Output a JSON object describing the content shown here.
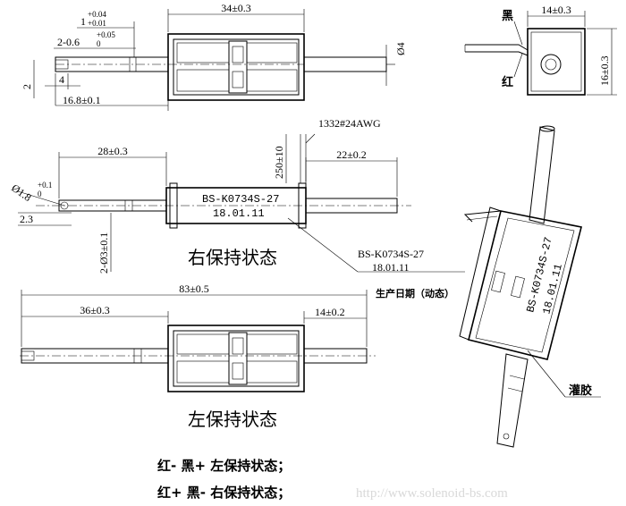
{
  "top_view": {
    "dim_length": "34±0.3",
    "dim_tol1": "1",
    "dim_tol1_upper": "+0.04",
    "dim_tol1_lower": "+0.01",
    "dim_tol2": "2-0.6",
    "dim_tol2_upper": "+0.05",
    "dim_tol2_lower": "0",
    "dim_2": "2",
    "dim_4": "4",
    "dim_shaft": "16.8±0.1",
    "dim_dia": "Ø4"
  },
  "side_view": {
    "wire_black": "黑",
    "wire_red": "红",
    "dim_width": "14±0.3",
    "dim_height": "16±0.3"
  },
  "right_state": {
    "wire_label": "1332#24AWG",
    "dim_lead": "250±10",
    "dim_left": "28±0.3",
    "dim_right": "22±0.2",
    "dim_hole": "Ø1.8",
    "dim_hole_tol": "+0.1",
    "dim_hole_tol2": "0",
    "dim_23": "2.3",
    "dim_dia3": "2-Ø3±0.1",
    "marking_model": "BS-K0734S-27",
    "marking_date": "18.01.11",
    "state_label": "右保持状态",
    "callout_model": "BS-K0734S-27",
    "callout_date": "18.01.11",
    "callout_caption": "生产日期（动态）"
  },
  "left_state": {
    "dim_total": "83±0.5",
    "dim_left": "36±0.3",
    "dim_right": "14±0.2",
    "state_label": "左保持状态"
  },
  "iso_view": {
    "marking_model": "BS-K0734S-27",
    "marking_date": "18.01.11",
    "potting_label": "灌胶"
  },
  "legend": {
    "line1": "红- 黑+ 左保持状态；",
    "line2": "红+ 黑- 右保持状态；"
  },
  "watermark": "http://www.solenoid-bs.com"
}
